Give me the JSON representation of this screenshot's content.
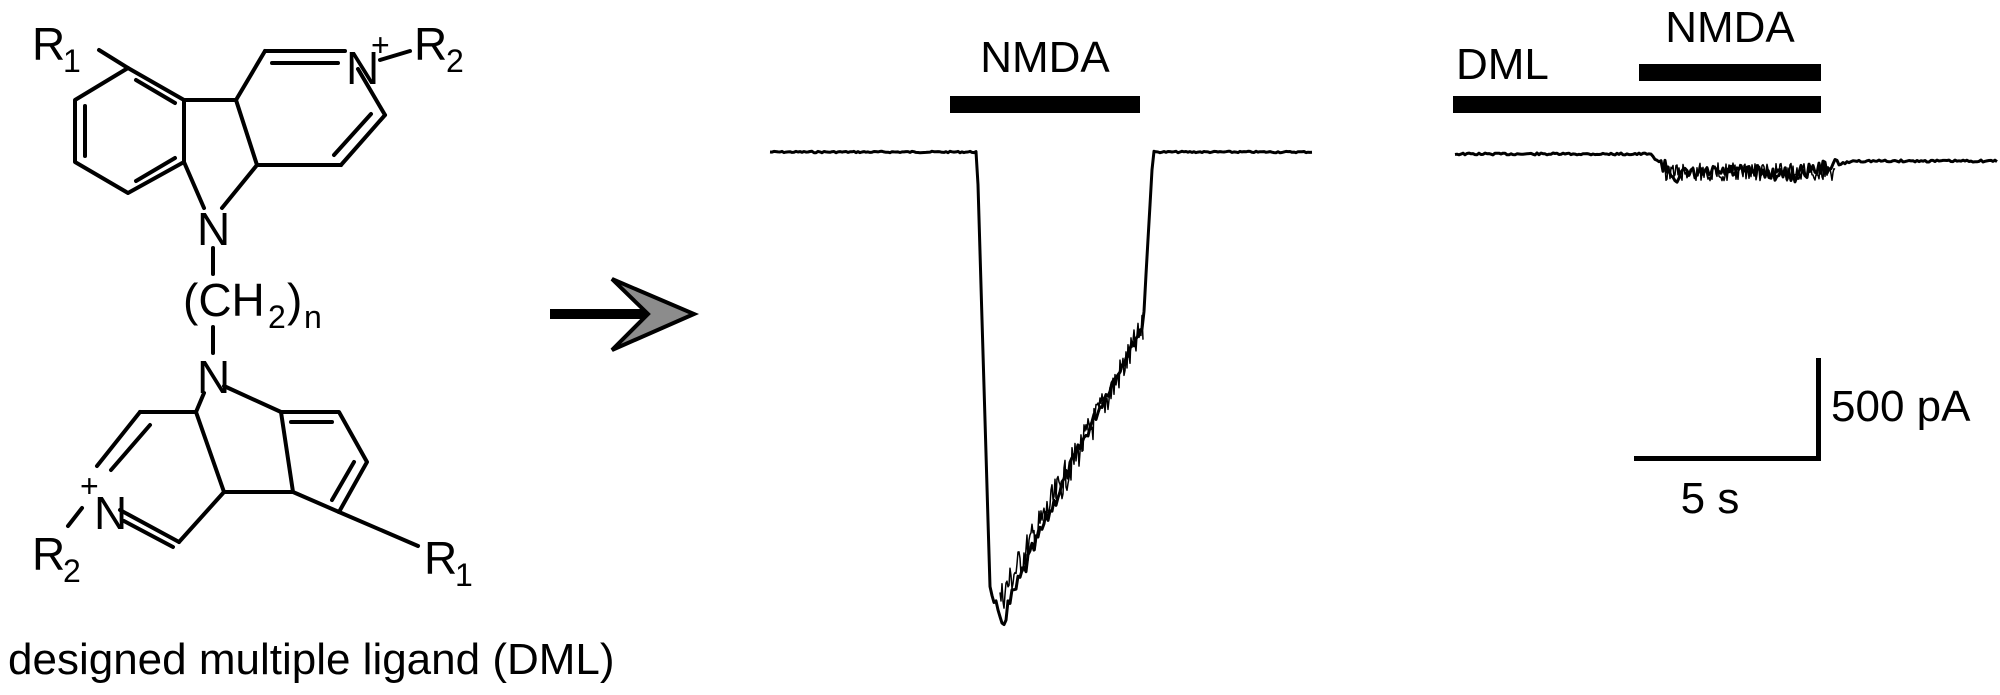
{
  "molecule": {
    "r1_top": "R",
    "r1_top_sub": "1",
    "r2_top": "R",
    "r2_top_sub": "2",
    "charge_top": "+",
    "n_top_ring": "N",
    "n_top_indole": "N",
    "linker_open": "(CH",
    "linker_sub_2": "2",
    "linker_close": ")",
    "linker_sub_n": "n",
    "n_bottom_indole": "N",
    "charge_bottom": "+",
    "n_bottom_ring": "N",
    "r2_bottom": "R",
    "r2_bottom_sub": "2",
    "r1_bottom": "R",
    "r1_bottom_sub": "1",
    "caption": "designed multiple ligand (DML)"
  },
  "arrow": {
    "icon": "right-arrow-icon",
    "head_color": "#8c8c8c"
  },
  "traces": {
    "control": {
      "bar_label": "NMDA"
    },
    "dml": {
      "bar_label_dml": "DML",
      "bar_label_nmda": "NMDA"
    }
  },
  "scale_bar": {
    "current_label": "500 pA",
    "time_label": "5 s"
  }
}
